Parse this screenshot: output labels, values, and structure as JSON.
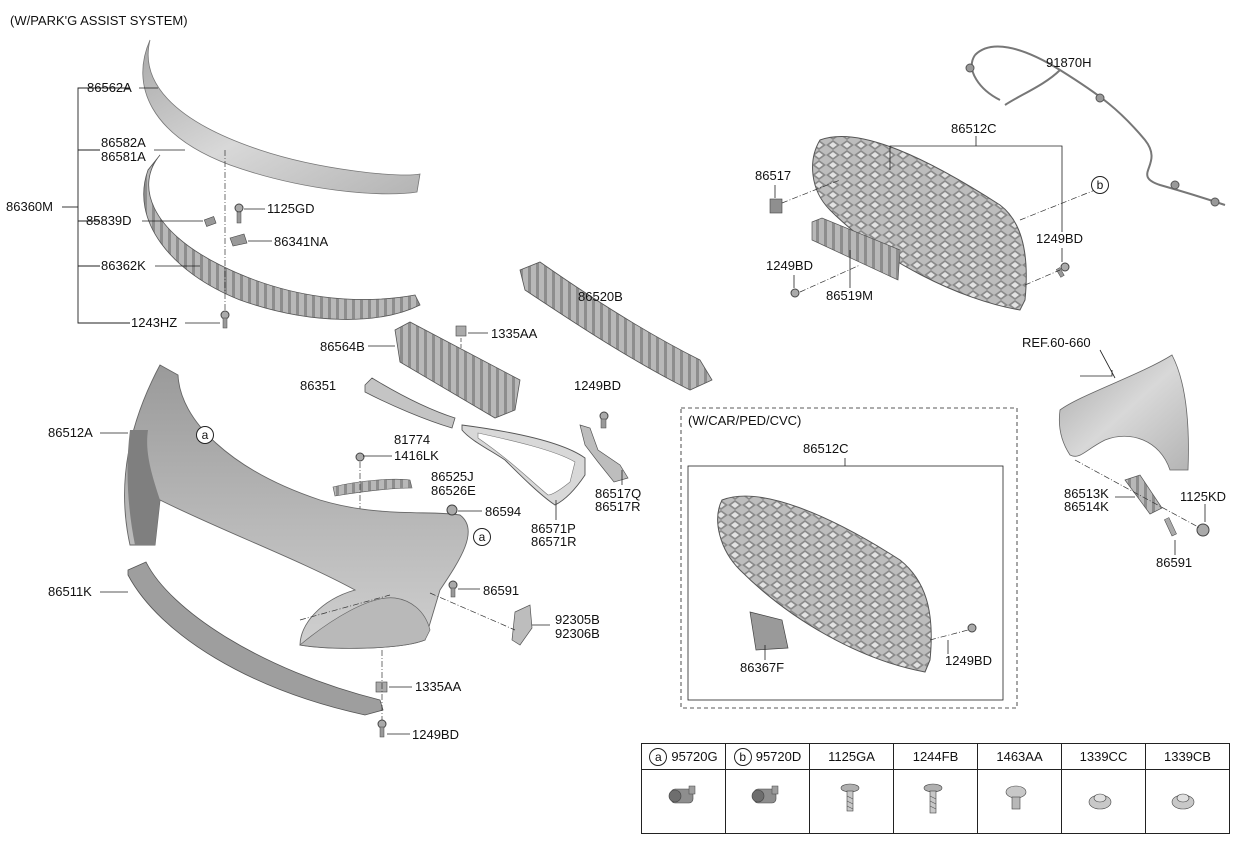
{
  "header": {
    "title": "(W/PARK'G ASSIST SYSTEM)"
  },
  "groups": {
    "car_ped": {
      "title": "(W/CAR/PED/CVC)"
    },
    "ref": {
      "title": "REF.60-660"
    }
  },
  "parts": {
    "p86562A": "86562A",
    "p86582A": "86582A",
    "p86581A": "86581A",
    "p86360M": "86360M",
    "p85839D": "85839D",
    "p1125GD": "1125GD",
    "p86341NA": "86341NA",
    "p86362K": "86362K",
    "p1243HZ": "1243HZ",
    "p86520B": "86520B",
    "p1335AA_top": "1335AA",
    "p86564B": "86564B",
    "p86351": "86351",
    "p1249BD_mid": "1249BD",
    "p86512A": "86512A",
    "p81774": "81774",
    "p1416LK": "1416LK",
    "p86525J": "86525J",
    "p86526E": "86526E",
    "p86517Q": "86517Q",
    "p86517R": "86517R",
    "p86594": "86594",
    "p86571P": "86571P",
    "p86571R": "86571R",
    "p86591_mid": "86591",
    "p86511K": "86511K",
    "p92305B": "92305B",
    "p92306B": "92306B",
    "p1335AA_bot": "1335AA",
    "p1249BD_bot": "1249BD",
    "p91870H": "91870H",
    "p86512C_top": "86512C",
    "p86517": "86517",
    "p1249BD_tr": "1249BD",
    "p1249BD_tl": "1249BD",
    "p86519M": "86519M",
    "p86512C_box": "86512C",
    "p86367F": "86367F",
    "p1249BD_box": "1249BD",
    "p86513K": "86513K",
    "p86514K": "86514K",
    "p1125KD": "1125KD",
    "p86591_right": "86591"
  },
  "callouts": {
    "a": "a",
    "b": "b"
  },
  "legend": [
    {
      "marker": "a",
      "code": "95720G",
      "icon": "parking-sensor-icon"
    },
    {
      "marker": "b",
      "code": "95720D",
      "icon": "parking-sensor-icon"
    },
    {
      "marker": "",
      "code": "1125GA",
      "icon": "bolt-icon"
    },
    {
      "marker": "",
      "code": "1244FB",
      "icon": "bolt-icon"
    },
    {
      "marker": "",
      "code": "1463AA",
      "icon": "clip-icon"
    },
    {
      "marker": "",
      "code": "1339CC",
      "icon": "nut-icon"
    },
    {
      "marker": "",
      "code": "1339CB",
      "icon": "nut-icon"
    }
  ],
  "colors": {
    "part_fill": "#c9c9c9",
    "part_dark": "#8e8e8e",
    "line": "#222222"
  }
}
